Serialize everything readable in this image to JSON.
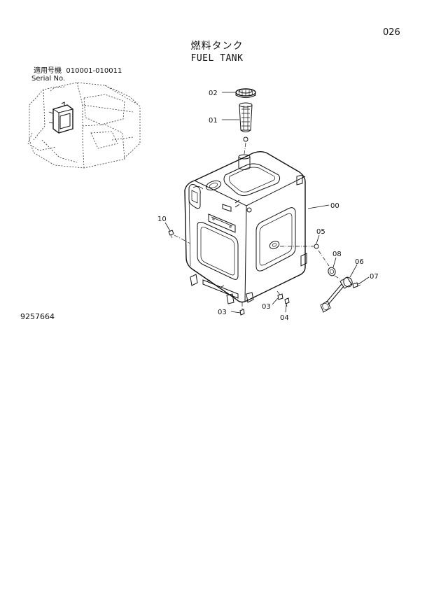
{
  "page": {
    "number": "026",
    "drawing_number": "9257664"
  },
  "title": {
    "ja": "燃料タンク",
    "en": "FUEL TANK"
  },
  "serial": {
    "label_ja": "適用号機",
    "range": "010001-010011",
    "label_en": "Serial No."
  },
  "callouts": {
    "c00": "00",
    "c01": "01",
    "c02": "02",
    "c03a": "03",
    "c03b": "03",
    "c04": "04",
    "c05": "05",
    "c06": "06",
    "c07": "07",
    "c08": "08",
    "c10": "10"
  }
}
